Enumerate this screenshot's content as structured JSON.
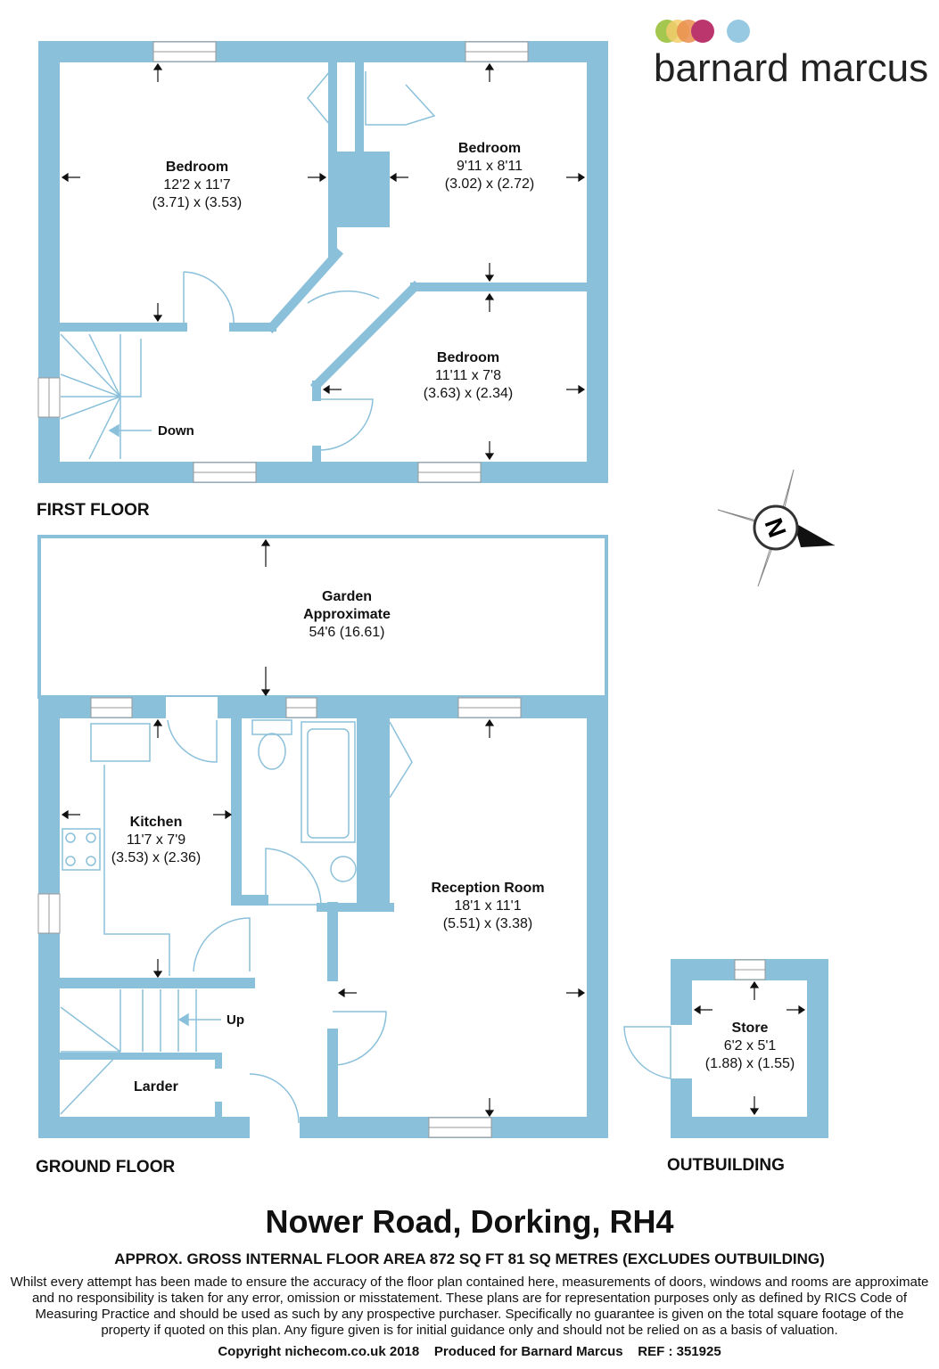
{
  "brand": {
    "name": "barnard marcus",
    "dot_colors": [
      "#9bc13c",
      "#f2c75c",
      "#e8823a",
      "#b5215f",
      "#8cc4e0"
    ]
  },
  "colors": {
    "wall": "#8bc0db"
  },
  "first_floor": {
    "label": "FIRST FLOOR",
    "stairs_label": "Down",
    "rooms": [
      {
        "name": "Bedroom",
        "imperial": "12'2 x 11'7",
        "metric": "(3.71) x (3.53)"
      },
      {
        "name": "Bedroom",
        "imperial": "9'11 x 8'11",
        "metric": "(3.02) x (2.72)"
      },
      {
        "name": "Bedroom",
        "imperial": "11'11 x 7'8",
        "metric": "(3.63) x (2.34)"
      }
    ]
  },
  "ground_floor": {
    "label": "GROUND FLOOR",
    "stairs_label": "Up",
    "larder": "Larder",
    "garden": {
      "name": "Garden",
      "line2": "Approximate",
      "size": "54'6 (16.61)"
    },
    "rooms": [
      {
        "name": "Kitchen",
        "imperial": "11'7 x 7'9",
        "metric": "(3.53) x (2.36)"
      },
      {
        "name": "Reception Room",
        "imperial": "18'1 x 11'1",
        "metric": "(5.51) x (3.38)"
      }
    ]
  },
  "outbuilding": {
    "label": "OUTBUILDING",
    "room": {
      "name": "Store",
      "imperial": "6'2 x 5'1",
      "metric": "(1.88) x (1.55)"
    }
  },
  "compass": {
    "letter": "N",
    "icon": "compass-icon"
  },
  "footer": {
    "title": "Nower Road, Dorking, RH4",
    "area": "APPROX. GROSS INTERNAL FLOOR AREA 872 SQ FT 81 SQ METRES (EXCLUDES OUTBUILDING)",
    "disclaimer": "Whilst every attempt has been made to ensure the accuracy of the floor plan contained here, measurements of doors, windows and rooms are approximate and no responsibility is taken for any error, omission or misstatement. These plans are for representation purposes only as defined by RICS Code of Measuring Practice and should be used as such by any prospective purchaser.  Specifically no guarantee is given on the total square footage of the property if quoted on this plan. Any figure given is for initial guidance only and should not be relied on as a basis of valuation.",
    "copyright": "Copyright nichecom.co.uk 2018    Produced for Barnard Marcus    REF : 351925"
  }
}
